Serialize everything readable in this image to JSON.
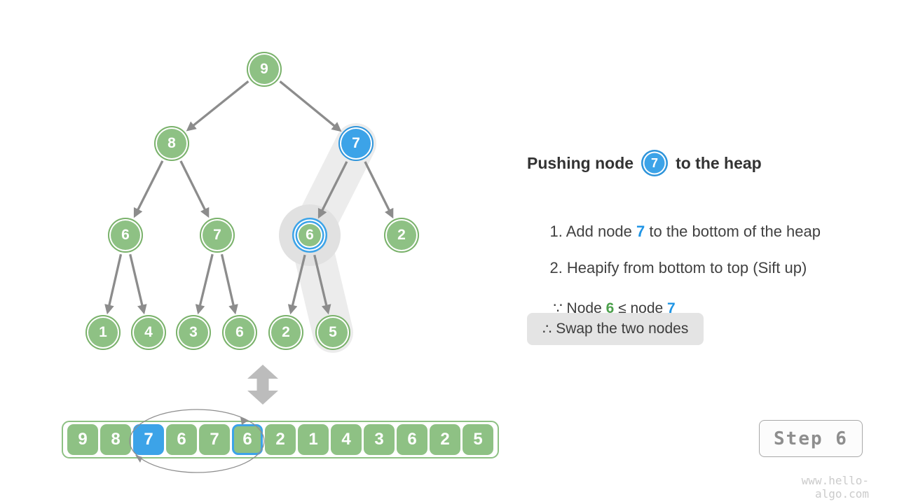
{
  "title": {
    "pre": "Pushing node",
    "node": "7",
    "post": "to the heap"
  },
  "steps": {
    "s1_pre": "1. Add node ",
    "s1_hl": "7",
    "s1_post": " to the bottom of the heap",
    "s2": "2. Heapify from bottom to top (Sift up)"
  },
  "because": {
    "sym": "∵",
    "pre": " Node ",
    "green": "6",
    "mid": " ≤ node ",
    "blue": "7"
  },
  "therefore": {
    "sym": "∴",
    "text": " Swap the two nodes"
  },
  "tree": {
    "nodes": [
      "9",
      "8",
      "7",
      "6",
      "7",
      "6",
      "2",
      "1",
      "4",
      "3",
      "6",
      "2",
      "5"
    ],
    "highlighted_blue_node": "7",
    "highlighted_ring_node": "6"
  },
  "array": {
    "cells": [
      "9",
      "8",
      "7",
      "6",
      "7",
      "6",
      "2",
      "1",
      "4",
      "3",
      "6",
      "2",
      "5"
    ],
    "blue_fill_index": 2,
    "blue_ring_index": 5
  },
  "step_box": {
    "label": "Step 6"
  },
  "watermark": "www.hello-algo.com",
  "colors": {
    "node_green": "#8ec184",
    "node_green_border": "#7ab26b",
    "node_blue": "#3ca3e8",
    "edge_gray": "#8c8c8c",
    "band_gray": "#ececec",
    "halo_gray": "#e1e1e1",
    "text_dark": "#3d3d3d",
    "text_green": "#4ca04c",
    "text_blue": "#2095e5",
    "pill_bg": "#e4e4e4"
  }
}
